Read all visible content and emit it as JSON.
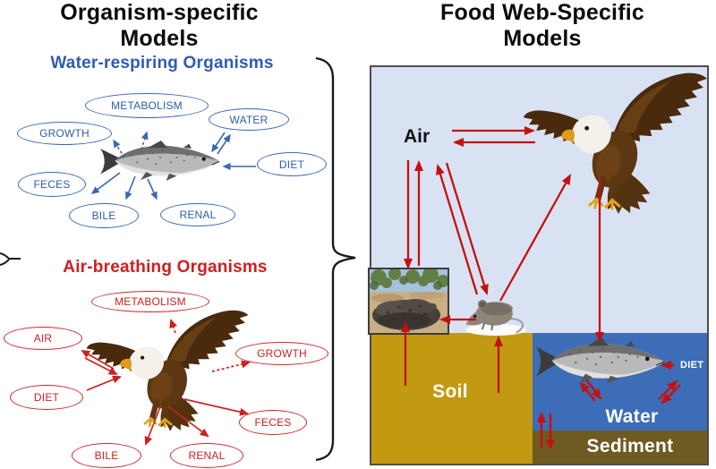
{
  "figure": {
    "left_panel": {
      "title_line1": "Organism-specific",
      "title_line2": "Models",
      "water_respiring": {
        "heading": "Water-respiring Organisms",
        "accent_color": "#3a67b3",
        "organism_icon": "salmon-fish",
        "nodes": {
          "metabolism": "METABOLISM",
          "water": "WATER",
          "growth": "GROWTH",
          "diet": "DIET",
          "feces": "FECES",
          "bile": "BILE",
          "renal": "RENAL"
        }
      },
      "air_breathing": {
        "heading": "Air-breathing Organisms",
        "accent_color": "#cf1f1f",
        "organism_icon": "bald-eagle",
        "nodes": {
          "metabolism": "METABOLISM",
          "air": "AIR",
          "growth": "GROWTH",
          "diet": "DIET",
          "feces": "FECES",
          "bile": "BILE",
          "renal": "RENAL"
        }
      }
    },
    "right_panel": {
      "title_line1": "Food Web-Specific",
      "title_line2": "Models",
      "compartments": {
        "air": "Air",
        "soil": "Soil",
        "water": "Water",
        "sediment": "Sediment"
      },
      "diet_label": "DIET",
      "organism_icons": [
        "bald-eagle",
        "rattlesnake-photo",
        "mouse",
        "salmon-fish"
      ],
      "colors": {
        "panel_background": "#d9e2f3",
        "soil": "#c29a11",
        "water": "#3d6db6",
        "sediment": "#6d5b22",
        "arrow_red": "#c41010",
        "arrow_blue": "#3a67b3",
        "panel_border": "#4d4d4d"
      }
    }
  }
}
